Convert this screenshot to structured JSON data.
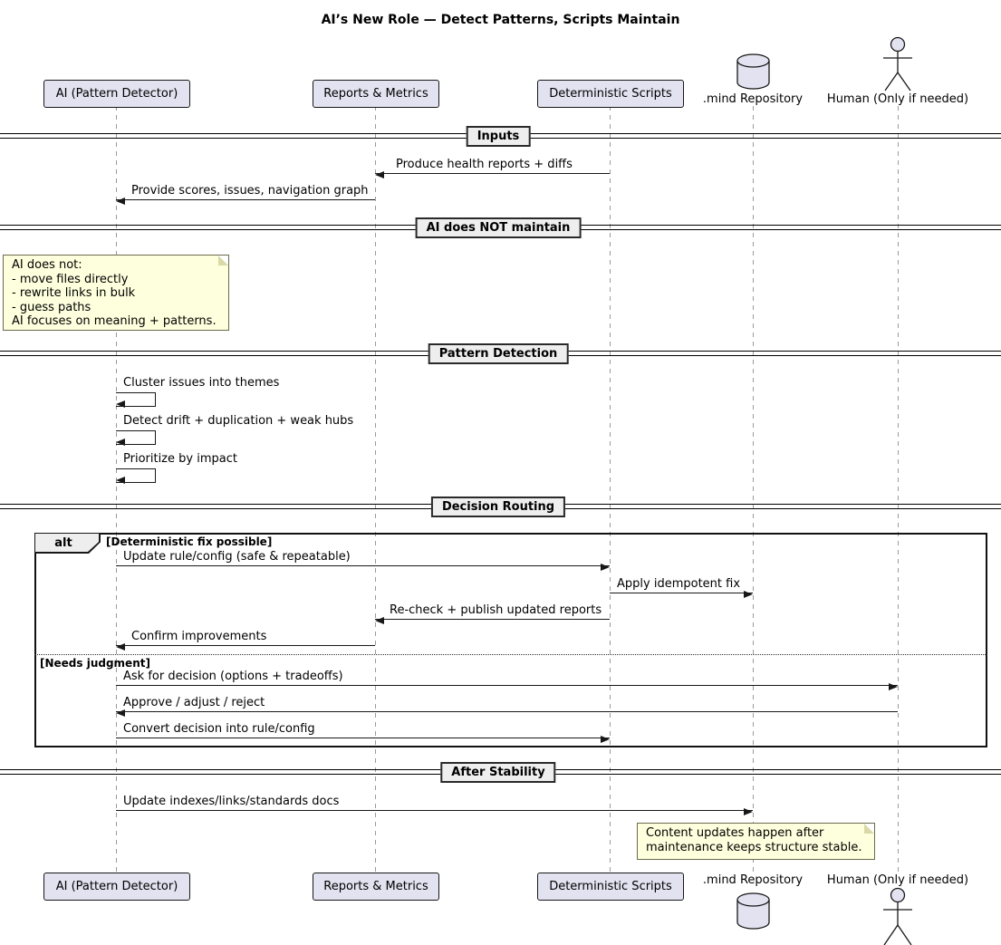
{
  "title": "AI’s New Role — Detect Patterns, Scripts Maintain",
  "colors": {
    "participant_fill": "#E2E2F0",
    "participant_border": "#181818",
    "note_fill": "#FEFFDD",
    "divider_fill": "#EEEEEE",
    "message_line": "#181818",
    "lifeline": "#9A9A9A"
  },
  "participants": {
    "ai": "AI (Pattern Detector)",
    "reports": "Reports & Metrics",
    "scripts": "Deterministic Scripts",
    "repo": ".mind Repository",
    "human": "Human (Only if needed)"
  },
  "icons": {
    "repo": "database-cylinder-icon",
    "human": "actor-stick-figure-icon"
  },
  "dividers": {
    "inputs": "Inputs",
    "not_maintain": "AI does NOT maintain",
    "pattern_detection": "Pattern Detection",
    "decision_routing": "Decision Routing",
    "after_stability": "After Stability"
  },
  "notes": {
    "ai_scope": {
      "lines": [
        "AI does not:",
        "- move files directly",
        "- rewrite links in bulk",
        "- guess paths",
        "AI focuses on meaning + patterns."
      ]
    },
    "content_updates": {
      "lines": [
        "Content updates happen after",
        "maintenance keeps structure stable."
      ]
    }
  },
  "alt_frame": {
    "operator": "alt",
    "guard_deterministic": "[Deterministic fix possible]",
    "guard_judgment": "[Needs judgment]"
  },
  "messages": {
    "produce_reports": "Produce health reports + diffs",
    "provide_scores": "Provide scores, issues, navigation graph",
    "cluster_issues": "Cluster issues into themes",
    "detect_drift": "Detect drift + duplication + weak hubs",
    "prioritize": "Prioritize by impact",
    "update_rule": "Update rule/config (safe & repeatable)",
    "apply_fix": "Apply idempotent fix",
    "recheck": "Re-check + publish updated reports",
    "confirm": "Confirm improvements",
    "ask_decision": "Ask for decision (options + tradeoffs)",
    "approve": "Approve / adjust / reject",
    "convert_decision": "Convert decision into rule/config",
    "update_indexes": "Update indexes/links/standards docs"
  }
}
